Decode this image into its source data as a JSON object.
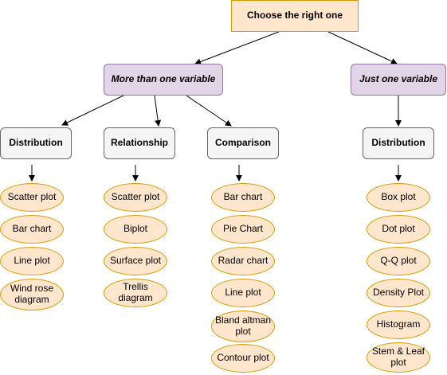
{
  "root": "Choose the right one",
  "more_than_one": "More than one variable",
  "just_one": "Just one variable",
  "categories": {
    "distribution_multi": "Distribution",
    "relationship": "Relationship",
    "comparison": "Comparison",
    "distribution_single": "Distribution"
  },
  "leaves": {
    "distribution_multi": [
      "Scatter plot",
      "Bar chart",
      "Line plot",
      "Wind rose diagram"
    ],
    "relationship": [
      "Scatter plot",
      "Biplot",
      "Surface plot",
      "Trellis diagram"
    ],
    "comparison": [
      "Bar chart",
      "Pie Chart",
      "Radar chart",
      "Line plot",
      "Bland altman plot",
      "Contour plot"
    ],
    "distribution_single": [
      "Box plot",
      "Dot plot",
      "Q-Q plot",
      "Density Plot",
      "Histogram",
      "Stem & Leaf plot"
    ]
  }
}
